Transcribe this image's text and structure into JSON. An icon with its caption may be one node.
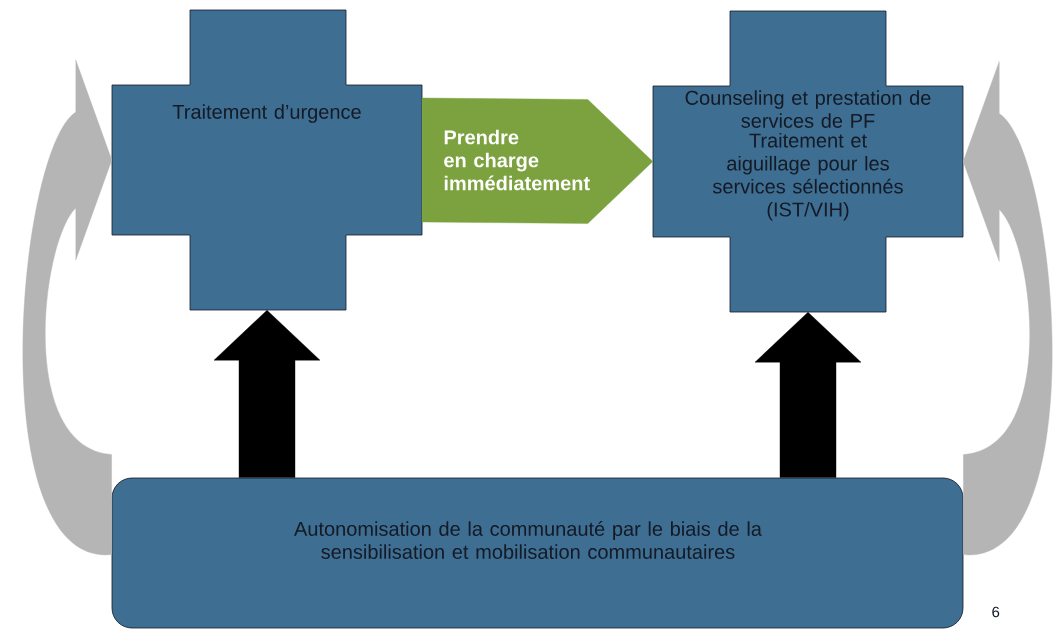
{
  "diagram": {
    "nodes": [
      {
        "text": [
          "Traitement d’urgence"
        ]
      },
      {
        "text": [
          "Counseling et prestation de services de PF",
          "Traitement et aiguillage pour les services sélectionnés (IST/VIH)"
        ]
      },
      {
        "text": [
          "Autonomisation de la communauté par le biais de la sensibilisation et mobilisation communautaires"
        ]
      }
    ],
    "edges": [
      {
        "from": 0,
        "to": 1,
        "arrow": "to",
        "label": "Prendre en charge immédiatement",
        "style": "thick",
        "color": "#7ba23f"
      },
      {
        "from": 2,
        "to": 0,
        "arrow": "to",
        "style": "thick",
        "color": "#000000"
      },
      {
        "from": 2,
        "to": 1,
        "arrow": "to",
        "style": "thick",
        "color": "#000000"
      },
      {
        "from": 2,
        "to": 0,
        "arrow": "to",
        "style": "thick",
        "color": "#b5b5b5"
      },
      {
        "from": 2,
        "to": 1,
        "arrow": "to",
        "style": "thick",
        "color": "#b5b5b5"
      }
    ],
    "labels": [
      "6"
    ]
  }
}
